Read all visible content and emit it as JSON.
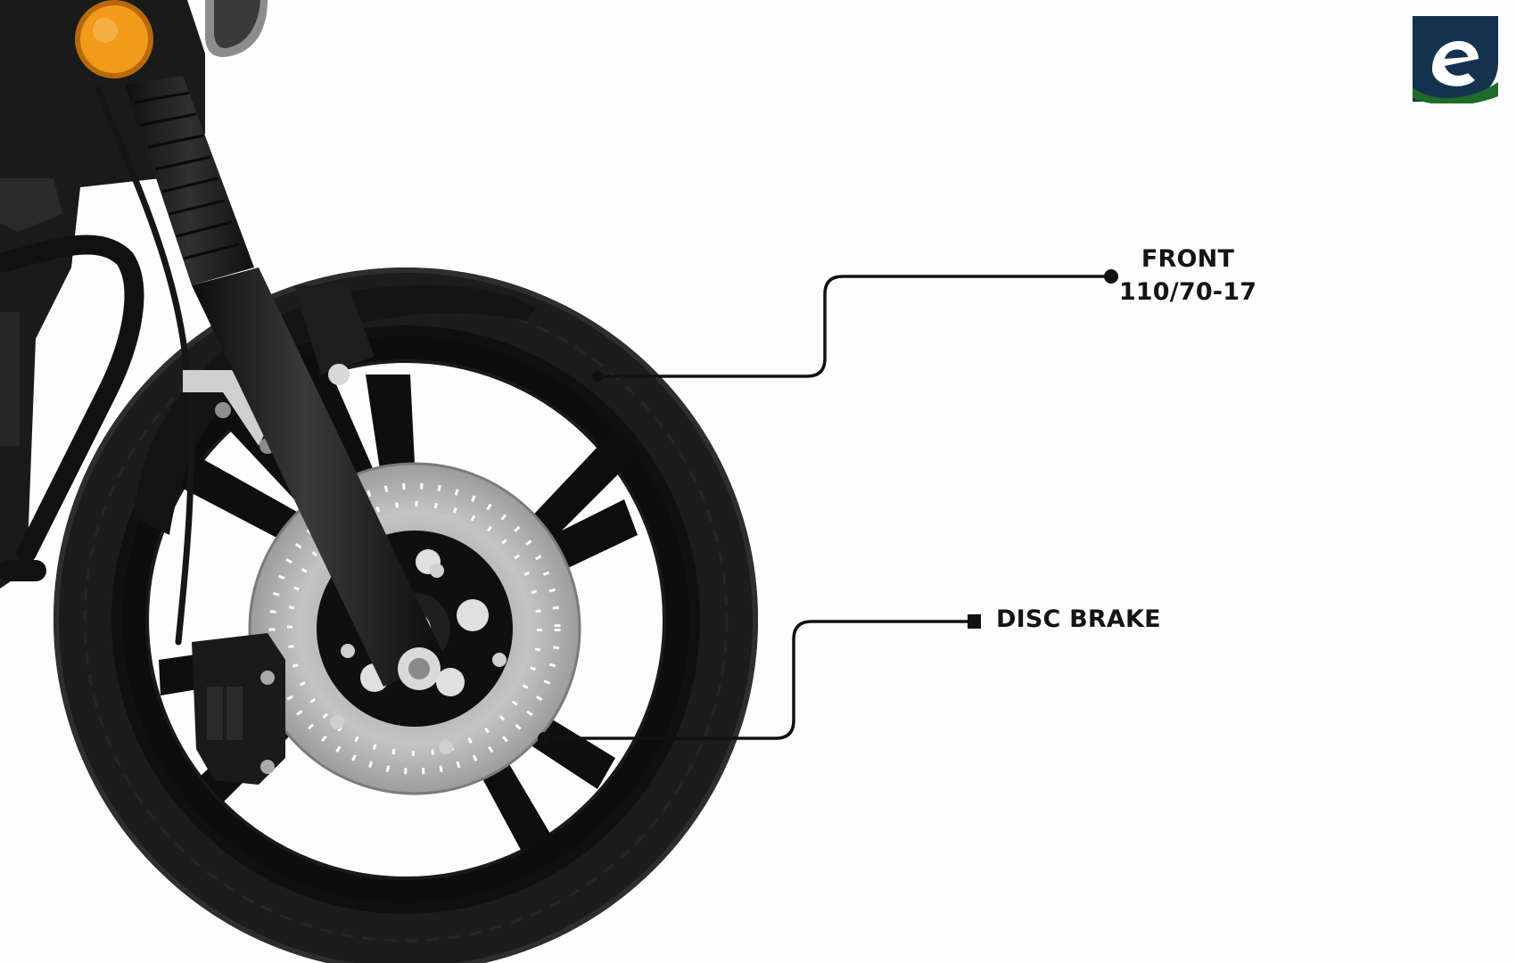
{
  "callouts": {
    "tyre": {
      "line1": "FRONT",
      "line2": "110/70-17"
    },
    "brake": {
      "label": "DISC BRAKE"
    }
  },
  "colors": {
    "tyre": "#1c1c1c",
    "rim": "#0d0d0d",
    "disc": "#b9b9b9",
    "fork": "#141414",
    "reflector": "#f39a1a",
    "logo_navy": "#14324f",
    "logo_green": "#1f6b2a",
    "text": "#141414"
  },
  "logo": {
    "icon": "brand-e-logo-icon"
  }
}
